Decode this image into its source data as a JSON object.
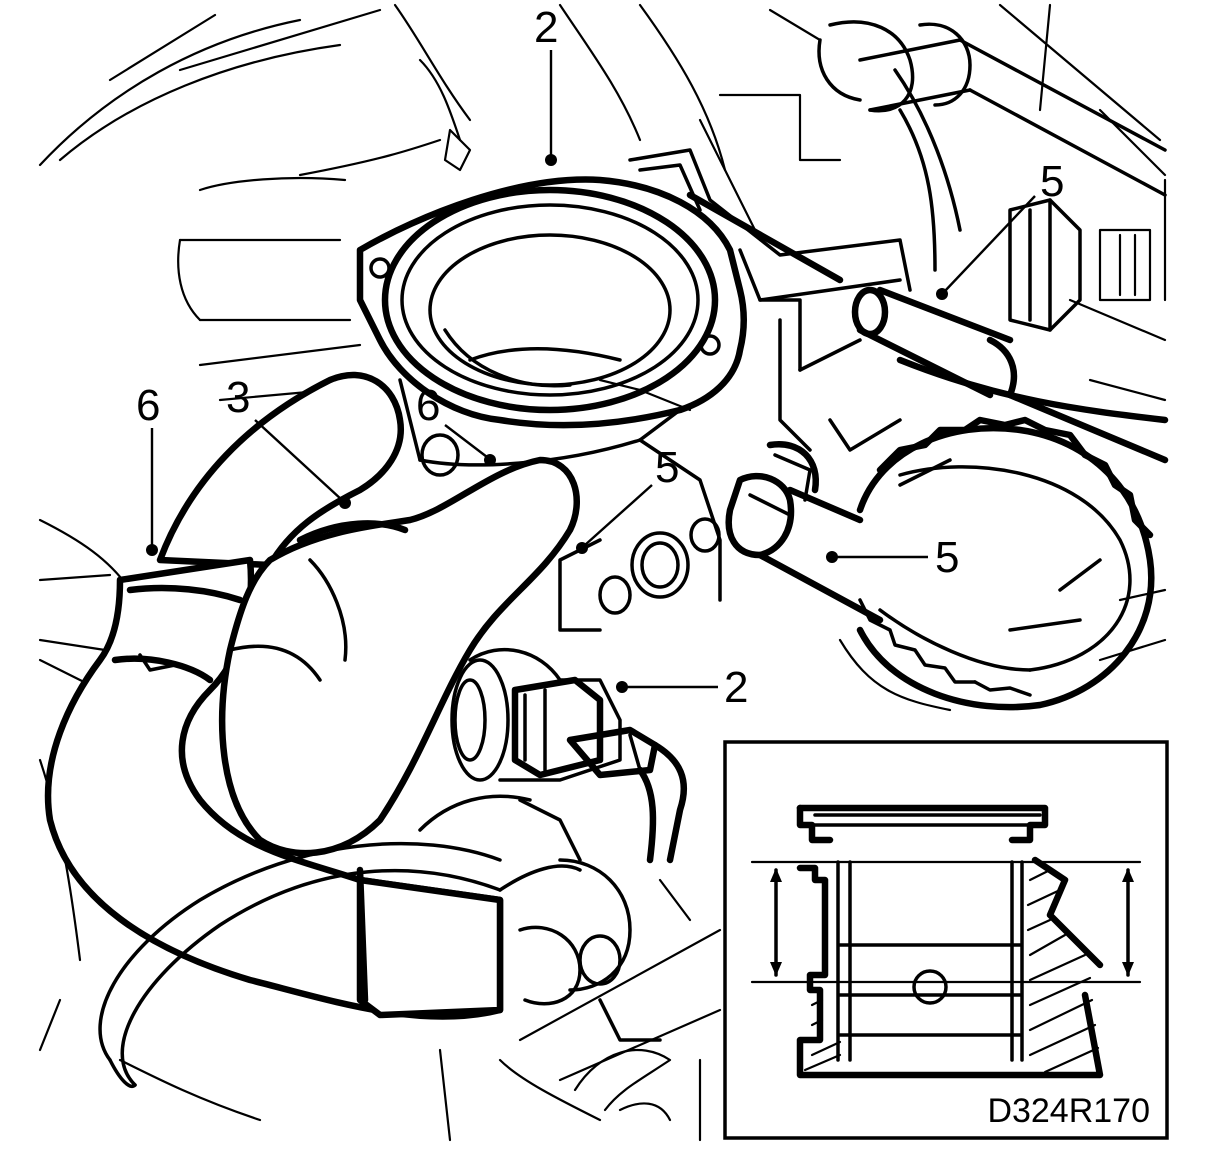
{
  "figure": {
    "code": "D324R170"
  },
  "callouts": [
    {
      "id": "c2-top",
      "label": "2"
    },
    {
      "id": "c5-upper-right",
      "label": "5"
    },
    {
      "id": "c6-left",
      "label": "6"
    },
    {
      "id": "c3",
      "label": "3"
    },
    {
      "id": "c6-center",
      "label": "6"
    },
    {
      "id": "c5-center",
      "label": "5"
    },
    {
      "id": "c5-right",
      "label": "5"
    },
    {
      "id": "c2-lower",
      "label": "2"
    }
  ],
  "colors": {
    "line": "#000000",
    "background": "#ffffff"
  }
}
